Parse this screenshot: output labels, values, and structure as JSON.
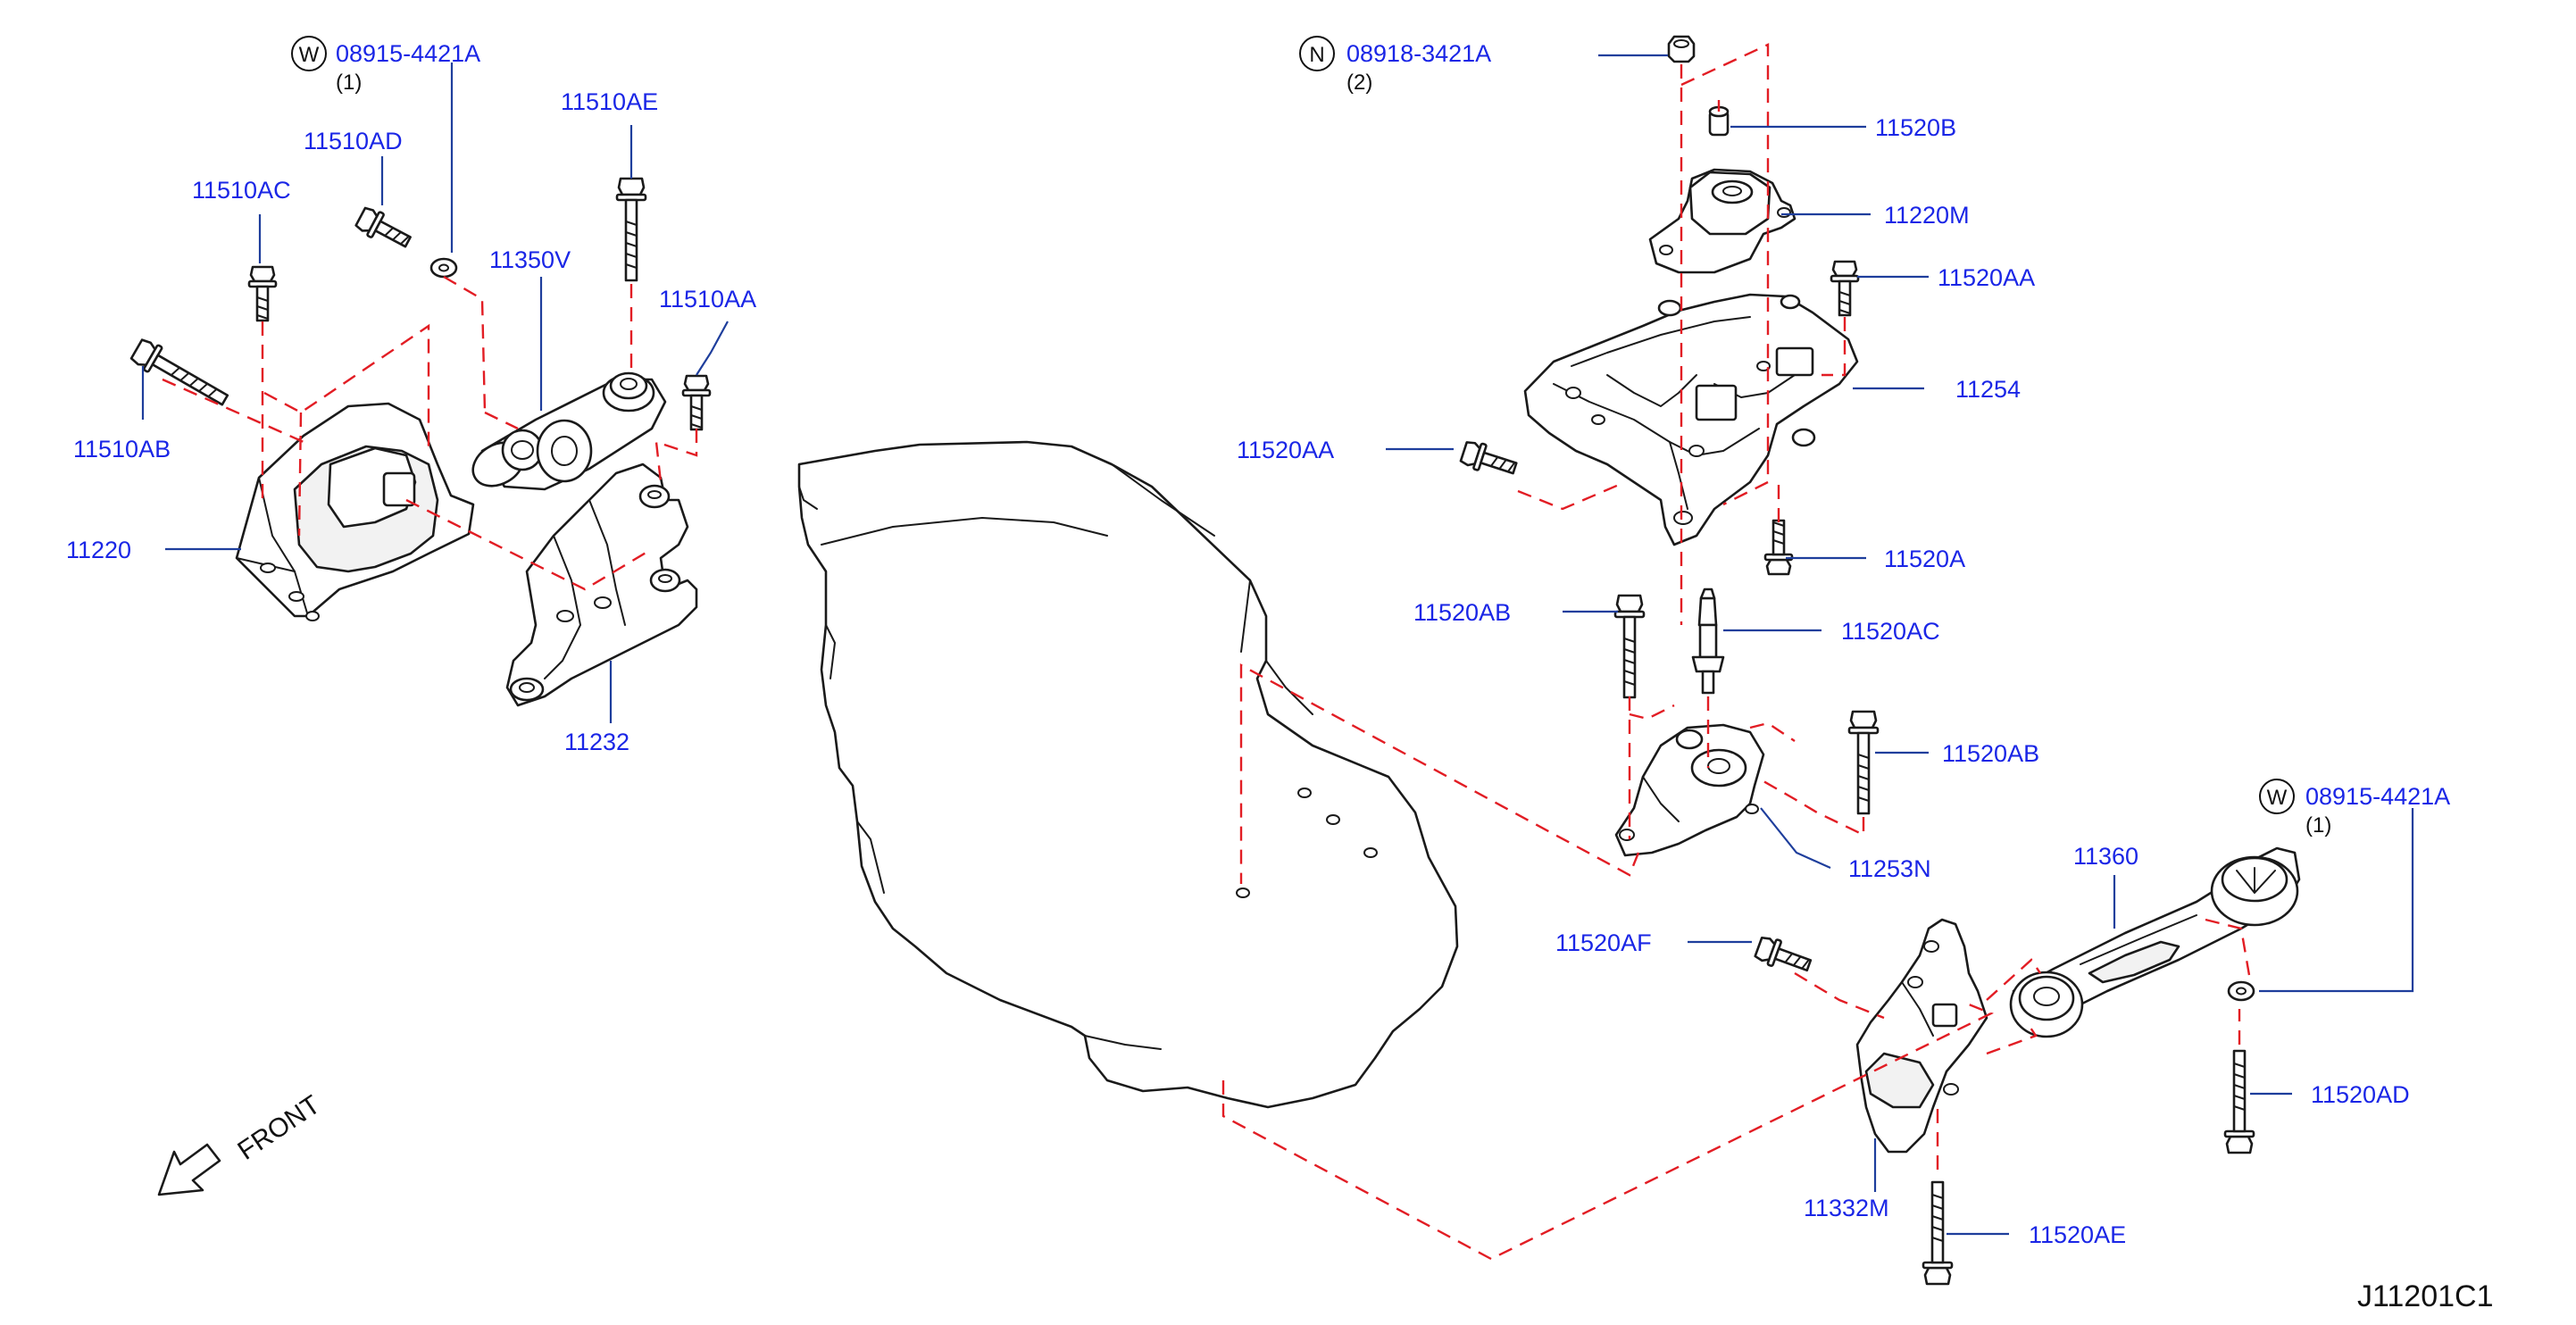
{
  "labels": {
    "p_08915_4421A_a": "08915-4421A",
    "p_08915_4421A_a_qty": "(1)",
    "p_08915_4421A_a_prefix": "W",
    "p_11510AD": "11510AD",
    "p_11510AC": "11510AC",
    "p_11510AE": "11510AE",
    "p_11350V": "11350V",
    "p_11510AA": "11510AA",
    "p_11510AB": "11510AB",
    "p_11220": "11220",
    "p_11232": "11232",
    "p_08918_3421A": "08918-3421A",
    "p_08918_3421A_qty": "(2)",
    "p_08918_3421A_prefix": "N",
    "p_11520B": "11520B",
    "p_11220M": "11220M",
    "p_11520AA_a": "11520AA",
    "p_11254": "11254",
    "p_11520AA_b": "11520AA",
    "p_11520A": "11520A",
    "p_11520AB_a": "11520AB",
    "p_11520AC": "11520AC",
    "p_11520AB_b": "11520AB",
    "p_11253N": "11253N",
    "p_08915_4421A_b": "08915-4421A",
    "p_08915_4421A_b_qty": "(1)",
    "p_08915_4421A_b_prefix": "W",
    "p_11360": "11360",
    "p_11520AF": "11520AF",
    "p_11520AD": "11520AD",
    "p_11332M": "11332M",
    "p_11520AE": "11520AE"
  },
  "front_label": "FRONT",
  "diagram_code": "J11201C1",
  "colors": {
    "label_blue": "#1a26e6",
    "leader_blue": "#1e3e9c",
    "dash_red": "#e21d24",
    "line_black": "#1a1a1a"
  }
}
